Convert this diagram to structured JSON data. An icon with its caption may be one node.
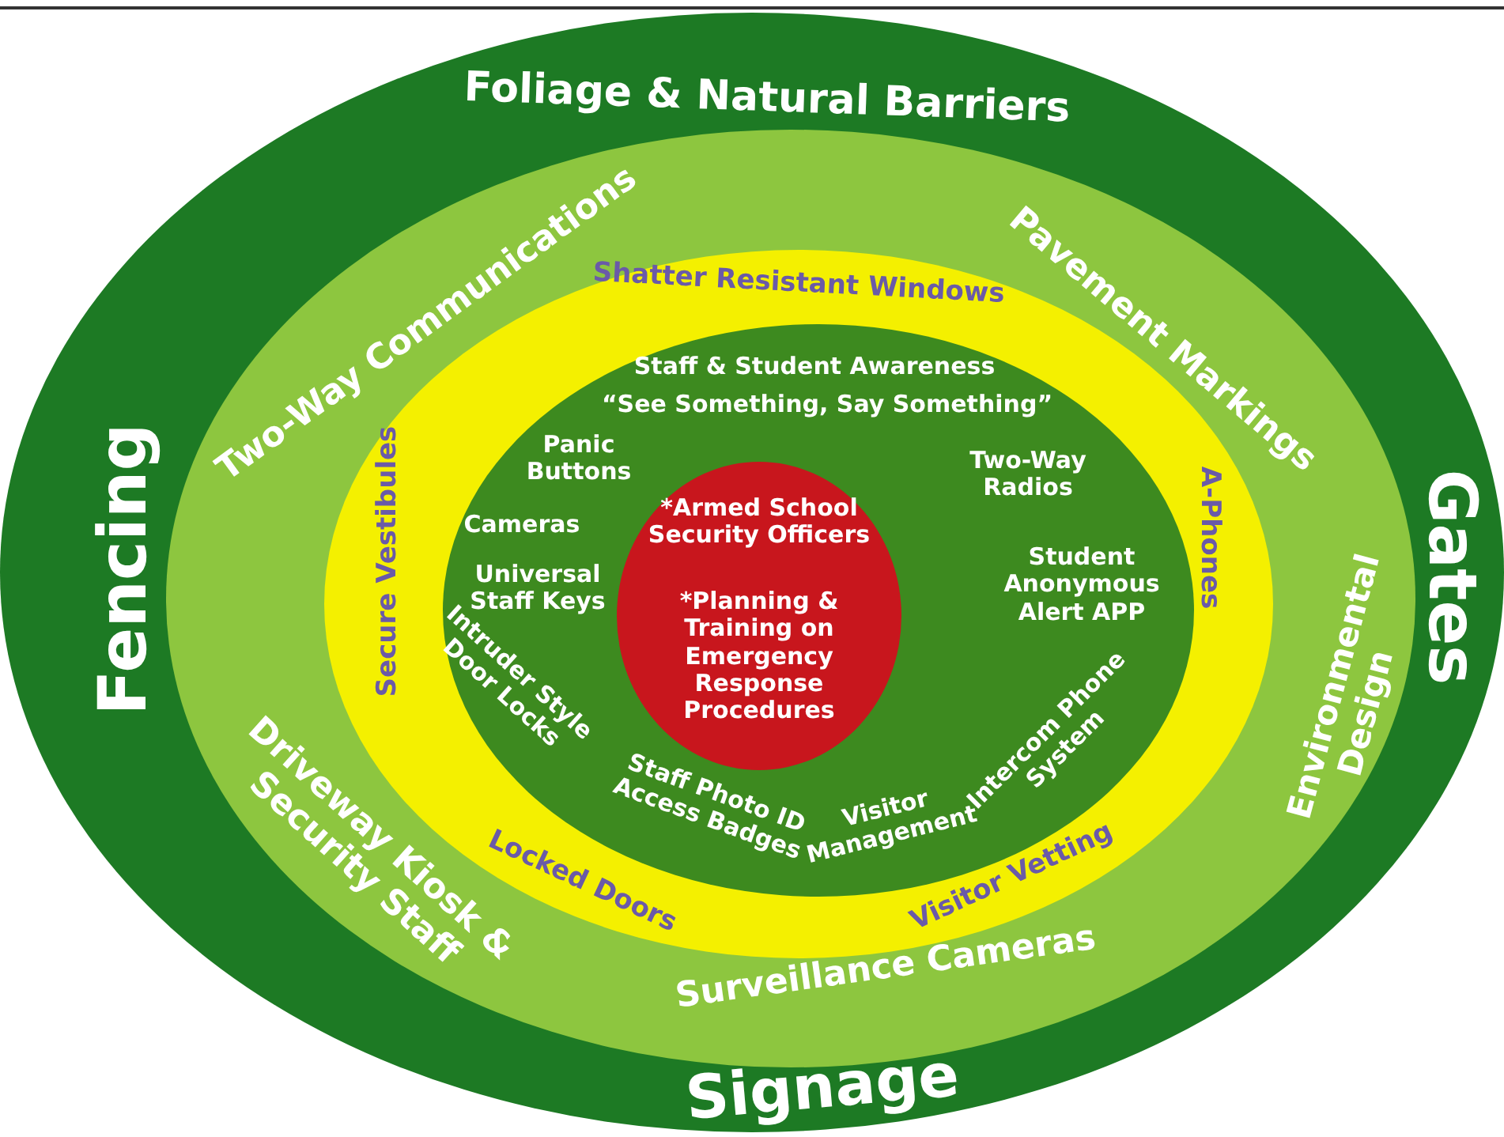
{
  "diagram": {
    "nodes": [
      {
        "text": [
          "Foliage & Natural Barriers",
          "Fencing",
          "Gates",
          "Signage"
        ]
      },
      {
        "text": [
          "Two-Way Communications",
          "Pavement Markings",
          "Driveway Kiosk & Security Staff",
          "Environmental Design",
          "Surveillance Cameras"
        ],
        "in": 0
      },
      {
        "text": [
          "Shatter Resistant Windows",
          "Secure Vestibules",
          "A-Phones",
          "Locked Doors",
          "Visitor Vetting"
        ],
        "in": 1
      },
      {
        "text": [
          "Staff & Student Awareness",
          "“See Something, Say Something”",
          "Panic Buttons",
          "Two-Way Radios",
          "Cameras",
          "Universal Staff Keys",
          "Student Anonymous Alert APP",
          "Intruder Style Door Locks",
          "Staff Photo ID Access Badges",
          "Visitor Management",
          "Intercom Phone System"
        ],
        "in": 2
      },
      {
        "text": [
          "*Armed School Security Officers",
          "*Planning & Training on Emergency Response Procedures"
        ],
        "in": 3
      }
    ]
  }
}
